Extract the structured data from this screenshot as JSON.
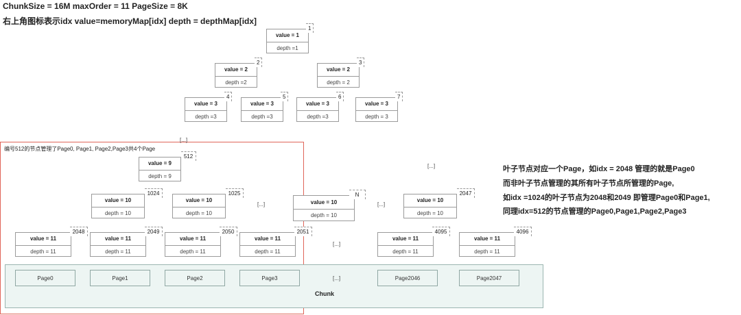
{
  "header": {
    "line1": "ChunkSize = 16M maxOrder = 11 PageSize = 8K",
    "line2": "右上角图标表示idx value=memoryMap[idx] depth = depthMap[idx]"
  },
  "tree": {
    "nodes": [
      {
        "value": "value = 1",
        "depth": "depth =1",
        "idx": "1"
      },
      {
        "value": "value = 2",
        "depth": "depth =2",
        "idx": "2"
      },
      {
        "value": "value = 2",
        "depth": "depth = 2",
        "idx": "3"
      },
      {
        "value": "value = 3",
        "depth": "depth =3",
        "idx": "4"
      },
      {
        "value": "value = 3",
        "depth": "depth =3",
        "idx": "5"
      },
      {
        "value": "value = 3",
        "depth": "depth =3",
        "idx": "6"
      },
      {
        "value": "value = 3",
        "depth": "depth = 3",
        "idx": "7"
      },
      {
        "value": "value = 9",
        "depth": "depth = 9",
        "idx": "512"
      },
      {
        "value": "value = 10",
        "depth": "depth = 10",
        "idx": "1024"
      },
      {
        "value": "value = 10",
        "depth": "depth = 10",
        "idx": "1025"
      },
      {
        "value": "value = 10",
        "depth": "depth = 10",
        "idx": "N"
      },
      {
        "value": "value = 10",
        "depth": "depth = 10",
        "idx": "2047"
      },
      {
        "value": "value = 11",
        "depth": "depth = 11",
        "idx": "2048"
      },
      {
        "value": "value = 11",
        "depth": "depth = 11",
        "idx": "2049"
      },
      {
        "value": "value = 11",
        "depth": "depth = 11",
        "idx": "2050"
      },
      {
        "value": "value = 11",
        "depth": "depth = 11",
        "idx": "2051"
      },
      {
        "value": "value = 11",
        "depth": "depth = 11",
        "idx": "4095"
      },
      {
        "value": "value = 11",
        "depth": "depth = 11",
        "idx": "4096"
      }
    ],
    "ellipses": [
      "[...]",
      "[...]",
      "[...]",
      "[...]",
      "[...]",
      "[...]"
    ]
  },
  "chunk": {
    "group_label": "编号512的节点管理了Page0, Page1, Page2,Page3共4个Page",
    "pages": [
      "Page0",
      "Page1",
      "Page2",
      "Page3",
      "[...]",
      "Page2046",
      "Page2047"
    ],
    "label": "Chunk"
  },
  "notes": [
    "叶子节点对应一个Page，如idx = 2048 管理的就是Page0",
    "而非叶子节点管理的其所有叶子节点所管理的Page,",
    "如idx =1024的叶子节点为2048和2049 即管理Page0和Page1,",
    "同理idx=512的节点管理的Page0,Page1,Page2,Page3"
  ]
}
